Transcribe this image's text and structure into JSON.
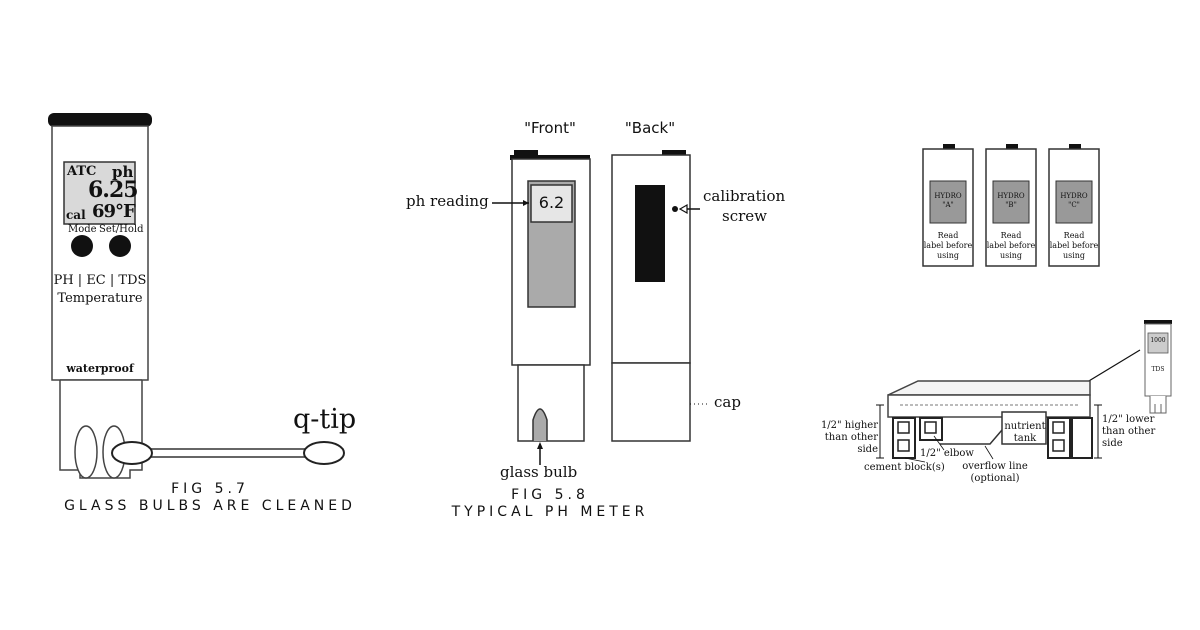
{
  "fig57": {
    "lcd_atc": "ATC",
    "lcd_ph": "ph",
    "lcd_value": "6.25",
    "lcd_cal": "cal",
    "lcd_temp": "69°F",
    "mode_label": "Mode",
    "set_hold_label": "Set/Hold",
    "modes_line": "PH | EC | TDS",
    "temperature_line": "Temperature",
    "waterproof": "waterproof",
    "qtip_label": "q-tip",
    "caption_line1": "FIG 5.7",
    "caption_line2": "GLASS BULBS ARE CLEANED"
  },
  "fig58": {
    "front_label": "\"Front\"",
    "back_label": "\"Back\"",
    "reading_value": "6.2",
    "ph_reading_label": "ph reading",
    "calibration_line1": "calibration",
    "calibration_line2": "screw",
    "cap_label": "cap",
    "glass_bulb_label": "glass bulb",
    "caption_line1": "FIG 5.8",
    "caption_line2": "TYPICAL PH METER"
  },
  "bottles": [
    {
      "brand": "HYDRO",
      "letter": "\"A\"",
      "note1": "Read",
      "note2": "label before",
      "note3": "using"
    },
    {
      "brand": "HYDRO",
      "letter": "\"B\"",
      "note1": "Read",
      "note2": "label before",
      "note3": "using"
    },
    {
      "brand": "HYDRO",
      "letter": "\"C\"",
      "note1": "Read",
      "note2": "label before",
      "note3": "using"
    }
  ],
  "setup": {
    "tds_value": "1000",
    "tds_label": "TDS",
    "higher_line1": "1/2\" higher",
    "higher_line2": "than other",
    "higher_line3": "side",
    "lower_line1": "1/2\" lower",
    "lower_line2": "than other",
    "lower_line3": "side",
    "nutrient_line1": "nutrient",
    "nutrient_line2": "tank",
    "elbow": "1/2\" elbow",
    "cement": "cement block(s)",
    "overflow_line1": "overflow line",
    "overflow_line2": "(optional)"
  }
}
